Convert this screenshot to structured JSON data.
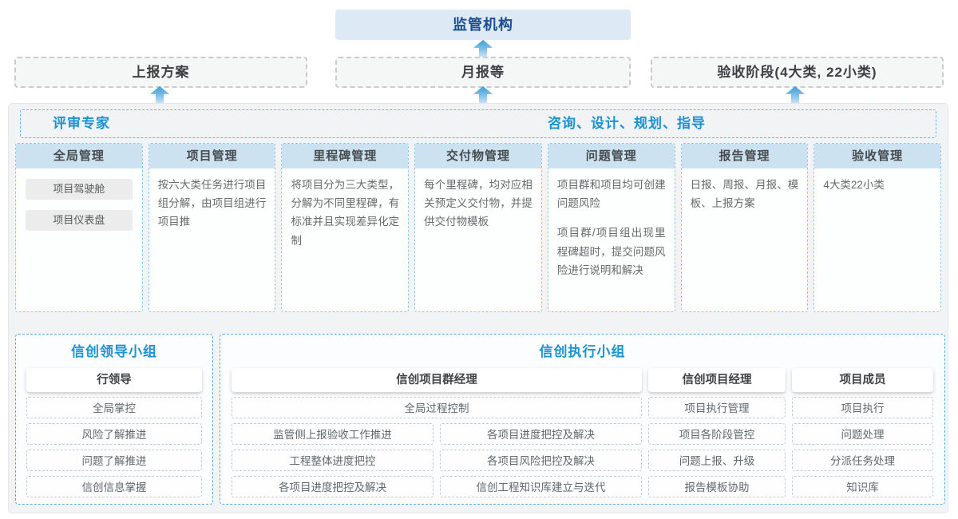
{
  "top": {
    "regulator": "监管机构",
    "outputs": [
      "上报方案",
      "月报等",
      "验收阶段(4大类, 22小类)"
    ]
  },
  "platform": {
    "left_role": "评审专家",
    "right_role": "咨询、设计、规划、指导",
    "columns": [
      {
        "title": "全局管理",
        "pills": [
          "项目驾驶舱",
          "项目仪表盘"
        ]
      },
      {
        "title": "项目管理",
        "desc": "按六大类任务进行项目组分解，由项目组进行项目推"
      },
      {
        "title": "里程碑管理",
        "desc": "将项目分为三大类型，分解为不同里程碑，有标准并且实现差异化定制"
      },
      {
        "title": "交付物管理",
        "desc": "每个里程碑，均对应相关预定义交付物，并提供交付物模板"
      },
      {
        "title": "问题管理",
        "desc": "项目群和项目均可创建问题风险",
        "desc2": "项目群/项目组出现里程碑超时，提交问题风险进行说明和解决"
      },
      {
        "title": "报告管理",
        "desc": "日报、周报、月报、模板、上报方案"
      },
      {
        "title": "验收管理",
        "desc": "4大类22小类"
      }
    ]
  },
  "leadership": {
    "title": "信创领导小组",
    "role": "行领导",
    "items": [
      "全局掌控",
      "风险了解推进",
      "问题了解推进",
      "信创信息掌握"
    ]
  },
  "execution": {
    "title": "信创执行小组",
    "roles": [
      "信创项目群经理",
      "信创项目经理",
      "项目成员"
    ],
    "pgm_full": "全局过程控制",
    "pgm_left": [
      "监管侧上报验收工作推进",
      "工程整体进度把控",
      "各项目进度把控及解决"
    ],
    "pgm_right": [
      "各项目进度把控及解决",
      "各项目风险把控及解决",
      "信创工程知识库建立与迭代"
    ],
    "pm_items": [
      "项目执行管理",
      "项目各阶段管控",
      "问题上报、升级",
      "报告模板协助"
    ],
    "member_items": [
      "项目执行",
      "问题处理",
      "分派任务处理",
      "知识库"
    ]
  },
  "colors": {
    "accent_blue": "#1a93d4",
    "navy_blue": "#1b4d8f",
    "column_header_fill": "#cde2f0",
    "arrow_blue": "#3f9cd7",
    "dashed_blue_border": "#56ace0",
    "container_fill": "#f1f3f4"
  }
}
